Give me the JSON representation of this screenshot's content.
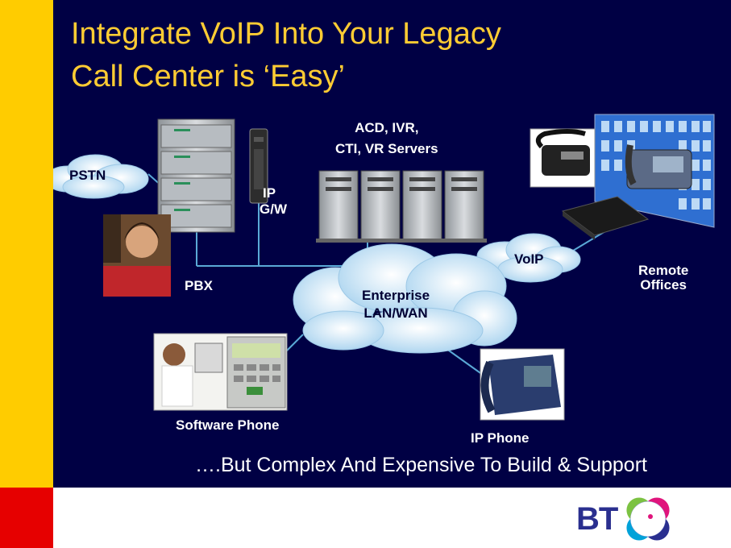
{
  "title_line1": "Integrate VoIP Into Your Legacy",
  "title_line2": "Call Center is ‘Easy’",
  "labels": {
    "servers_line1": "ACD, IVR,",
    "servers_line2": "CTI, VR Servers",
    "pstn": "PSTN",
    "ip_gw_line1": "IP",
    "ip_gw_line2": "G/W",
    "voip": "VoIP",
    "pbx": "PBX",
    "enterprise_line1": "Enterprise",
    "enterprise_line2": "LAN/WAN",
    "remote_line1": "Remote",
    "remote_line2": "Offices",
    "software_phone": "Software Phone",
    "ip_phone": "IP Phone"
  },
  "tagline": "….But Complex And Expensive To Build & Support",
  "logo": {
    "text": "BT",
    "icon": "bt-piper-globe-icon"
  },
  "colors": {
    "background": "#000044",
    "title": "#ffcc33",
    "side_stripe_top": "#ffcc00",
    "side_stripe_bottom": "#e60000",
    "cloud": "#c8e4f4",
    "logo": "#2a2f8f"
  }
}
